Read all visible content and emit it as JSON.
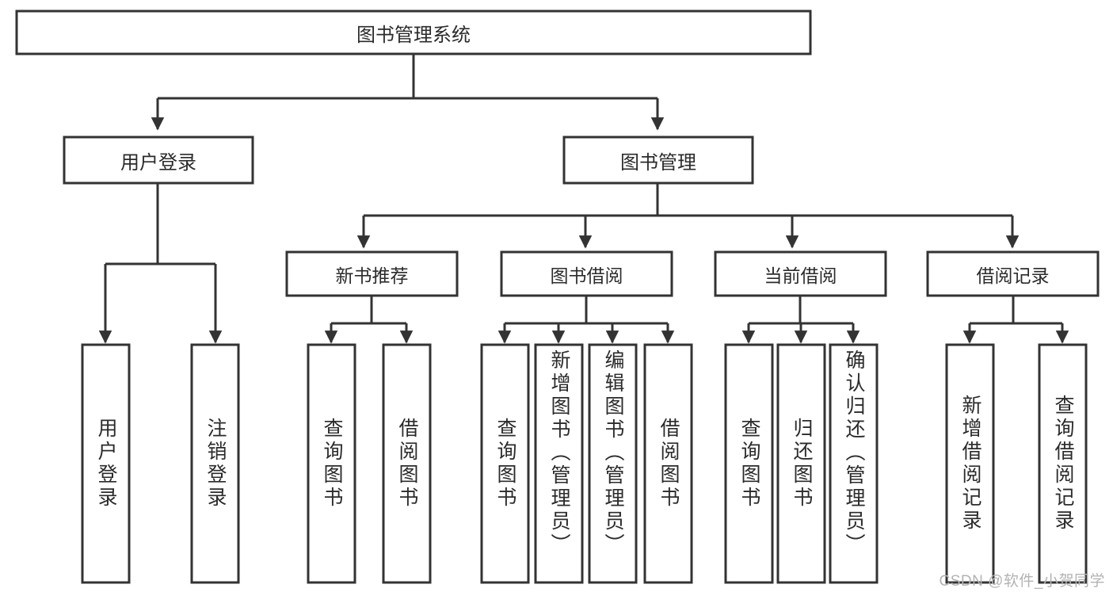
{
  "diagram": {
    "type": "tree-hierarchy",
    "root": {
      "id": "root",
      "label": "图书管理系统"
    },
    "level1": [
      {
        "id": "user-login",
        "label": "用户登录"
      },
      {
        "id": "book-manage",
        "label": "图书管理"
      }
    ],
    "level2": [
      {
        "id": "new-book-rec",
        "label": "新书推荐",
        "parent": "book-manage"
      },
      {
        "id": "book-borrow",
        "label": "图书借阅",
        "parent": "book-manage"
      },
      {
        "id": "current-borrow",
        "label": "当前借阅",
        "parent": "book-manage"
      },
      {
        "id": "borrow-record",
        "label": "借阅记录",
        "parent": "book-manage"
      }
    ],
    "leaves": [
      {
        "id": "leaf-user-login",
        "label": "用户登录",
        "parent": "user-login",
        "align": "center"
      },
      {
        "id": "leaf-logout",
        "label": "注销登录",
        "parent": "user-login",
        "align": "center"
      },
      {
        "id": "leaf-query-book-1",
        "label": "查询图书",
        "parent": "new-book-rec",
        "align": "center"
      },
      {
        "id": "leaf-borrow-book-1",
        "label": "借阅图书",
        "parent": "new-book-rec",
        "align": "center"
      },
      {
        "id": "leaf-query-book-2",
        "label": "查询图书",
        "parent": "book-borrow",
        "align": "center"
      },
      {
        "id": "leaf-add-book",
        "label": "新增图书（管理员）",
        "parent": "book-borrow",
        "align": "start"
      },
      {
        "id": "leaf-edit-book",
        "label": "编辑图书（管理员）",
        "parent": "book-borrow",
        "align": "start"
      },
      {
        "id": "leaf-borrow-book-2",
        "label": "借阅图书",
        "parent": "book-borrow",
        "align": "center"
      },
      {
        "id": "leaf-query-book-3",
        "label": "查询图书",
        "parent": "current-borrow",
        "align": "center"
      },
      {
        "id": "leaf-return-book",
        "label": "归还图书",
        "parent": "current-borrow",
        "align": "center"
      },
      {
        "id": "leaf-confirm-return",
        "label": "确认归还（管理员）",
        "parent": "current-borrow",
        "align": "start"
      },
      {
        "id": "leaf-add-record",
        "label": "新增借阅记录",
        "parent": "borrow-record",
        "align": "center"
      },
      {
        "id": "leaf-query-record",
        "label": "查询借阅记录",
        "parent": "borrow-record",
        "align": "center"
      }
    ]
  },
  "watermark": {
    "text": "CSDN @软件_小贺同学"
  },
  "colors": {
    "stroke": "#333333",
    "box_fill": "#ffffff",
    "text": "#2b2b2b",
    "watermark": "#b3b3b3",
    "background": "#ffffff"
  }
}
